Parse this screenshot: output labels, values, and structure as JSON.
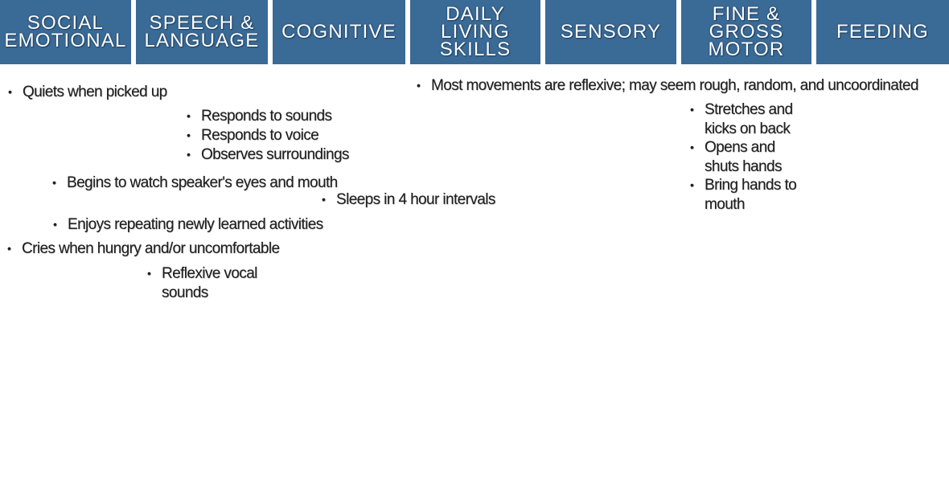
{
  "tabs": [
    {
      "label": "SOCIAL\nEMOTIONAL"
    },
    {
      "label": "SPEECH &\nLANGUAGE"
    },
    {
      "label": "COGNITIVE"
    },
    {
      "label": "DAILY\nLIVING\nSKILLS"
    },
    {
      "label": "SENSORY"
    },
    {
      "label": "FINE &\nGROSS\nMOTOR"
    },
    {
      "label": "FEEDING"
    }
  ],
  "milestones": [
    {
      "text": "Quiets when picked up"
    },
    {
      "text": "Responds to sounds"
    },
    {
      "text": "Responds to voice"
    },
    {
      "text": "Observes surroundings"
    },
    {
      "text": "Begins to watch speaker's eyes and mouth"
    },
    {
      "text": "Sleeps in 4 hour intervals"
    },
    {
      "text": "Enjoys repeating newly learned activities"
    },
    {
      "text": "Cries when hungry and/or uncomfortable"
    },
    {
      "text": "Reflexive vocal sounds"
    },
    {
      "text": "Most movements are reflexive; may seem rough, random, and uncoordinated"
    },
    {
      "text": "Stretches and kicks on back"
    },
    {
      "text": "Opens and shuts hands"
    },
    {
      "text": "Bring hands to mouth"
    }
  ],
  "colors": {
    "tab_background": "#3a6a96",
    "tab_text": "#ffffff",
    "body_text": "#1f1f1f"
  }
}
